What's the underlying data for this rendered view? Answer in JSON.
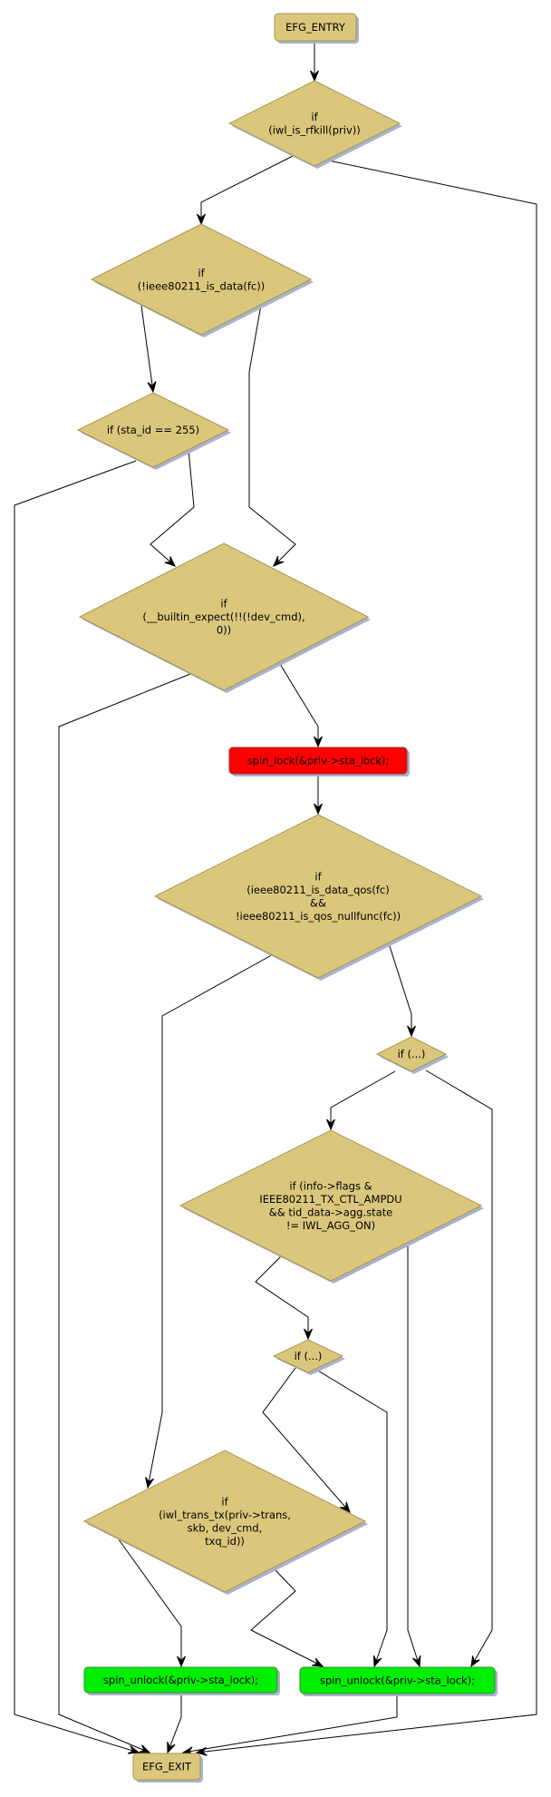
{
  "title": "EFG control-flow graph",
  "colors": {
    "condition_fill": "#dbc77c",
    "condition_border": "#a89550",
    "shadow": "#a7b3cc",
    "lock_fill": "#ff0000",
    "unlock_fill": "#00ee00",
    "edge": "#000000"
  },
  "nodes": [
    {
      "id": "entry",
      "kind": "terminal",
      "lines": [
        "EFG_ENTRY"
      ]
    },
    {
      "id": "c_rfkill",
      "kind": "condition",
      "lines": [
        "if",
        "(iwl_is_rfkill(priv))"
      ]
    },
    {
      "id": "c_is_data",
      "kind": "condition",
      "lines": [
        "if",
        "(!ieee80211_is_data(fc))"
      ]
    },
    {
      "id": "c_sta_id",
      "kind": "condition",
      "lines": [
        "if (sta_id == 255)"
      ]
    },
    {
      "id": "c_dev_cmd",
      "kind": "condition",
      "lines": [
        "if",
        "(__builtin_expect(!!(!dev_cmd),",
        "0))"
      ]
    },
    {
      "id": "lock",
      "kind": "lock",
      "lines": [
        "spin_lock(&priv->sta_lock);"
      ]
    },
    {
      "id": "c_qos",
      "kind": "condition",
      "lines": [
        "if",
        "(ieee80211_is_data_qos(fc)",
        "&&",
        "!ieee80211_is_qos_nullfunc(fc))"
      ]
    },
    {
      "id": "c_dots1",
      "kind": "condition",
      "lines": [
        "if (...)"
      ]
    },
    {
      "id": "c_ampdu",
      "kind": "condition",
      "lines": [
        "if (info->flags &",
        "IEEE80211_TX_CTL_AMPDU",
        "&& tid_data->agg.state",
        "!= IWL_AGG_ON)"
      ]
    },
    {
      "id": "c_dots2",
      "kind": "condition",
      "lines": [
        "if (...)"
      ]
    },
    {
      "id": "c_trans_tx",
      "kind": "condition",
      "lines": [
        "if",
        "(iwl_trans_tx(priv->trans,",
        "skb, dev_cmd,",
        "txq_id))"
      ]
    },
    {
      "id": "unlock1",
      "kind": "unlock",
      "lines": [
        "spin_unlock(&priv->sta_lock);"
      ]
    },
    {
      "id": "unlock2",
      "kind": "unlock",
      "lines": [
        "spin_unlock(&priv->sta_lock);"
      ]
    },
    {
      "id": "exit",
      "kind": "terminal",
      "lines": [
        "EFG_EXIT"
      ]
    }
  ],
  "edges": [
    {
      "from": "entry",
      "to": "c_rfkill"
    },
    {
      "from": "c_rfkill",
      "to": "c_is_data"
    },
    {
      "from": "c_rfkill",
      "to": "exit"
    },
    {
      "from": "c_is_data",
      "to": "c_sta_id"
    },
    {
      "from": "c_is_data",
      "to": "c_dev_cmd"
    },
    {
      "from": "c_sta_id",
      "to": "exit"
    },
    {
      "from": "c_sta_id",
      "to": "c_dev_cmd"
    },
    {
      "from": "c_dev_cmd",
      "to": "exit"
    },
    {
      "from": "c_dev_cmd",
      "to": "lock"
    },
    {
      "from": "lock",
      "to": "c_qos"
    },
    {
      "from": "c_qos",
      "to": "c_trans_tx"
    },
    {
      "from": "c_qos",
      "to": "c_dots1"
    },
    {
      "from": "c_dots1",
      "to": "c_ampdu"
    },
    {
      "from": "c_dots1",
      "to": "unlock2"
    },
    {
      "from": "c_ampdu",
      "to": "c_dots2"
    },
    {
      "from": "c_ampdu",
      "to": "unlock2"
    },
    {
      "from": "c_dots2",
      "to": "c_trans_tx"
    },
    {
      "from": "c_dots2",
      "to": "unlock2"
    },
    {
      "from": "c_trans_tx",
      "to": "unlock1"
    },
    {
      "from": "c_trans_tx",
      "to": "unlock2"
    },
    {
      "from": "unlock1",
      "to": "exit"
    },
    {
      "from": "unlock2",
      "to": "exit"
    }
  ]
}
